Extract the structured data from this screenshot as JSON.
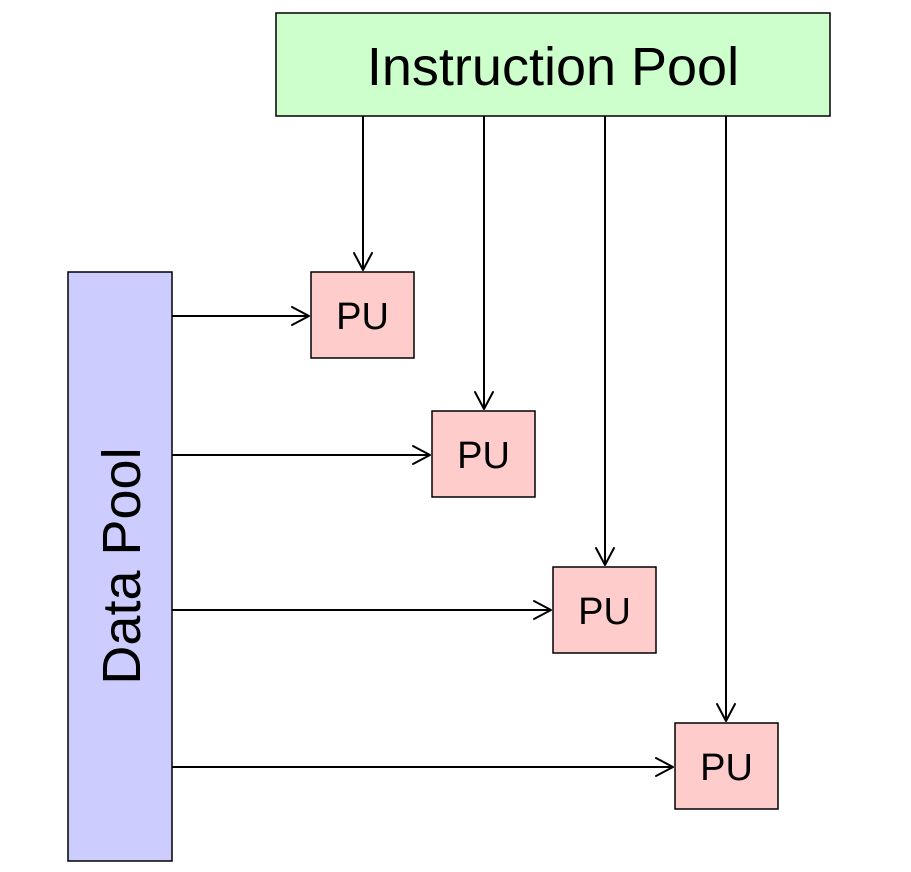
{
  "instruction_pool": {
    "label": "Instruction Pool",
    "fill": "#ccffcc"
  },
  "data_pool": {
    "label": "Data Pool",
    "fill": "#ccccff"
  },
  "processing_units": [
    {
      "label": "PU"
    },
    {
      "label": "PU"
    },
    {
      "label": "PU"
    },
    {
      "label": "PU"
    }
  ],
  "colors": {
    "pu_fill": "#ffcccc",
    "stroke": "#000000"
  }
}
